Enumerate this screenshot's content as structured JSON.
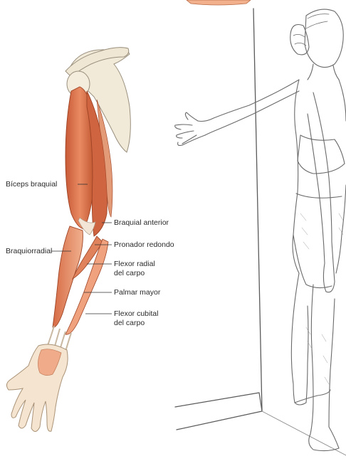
{
  "colors": {
    "muscle": "#d9734e",
    "muscle_dark": "#b9502f",
    "muscle_light": "#f0a27e",
    "tendon": "#f3e6d6",
    "bone": "#f2ead9",
    "bone_outline": "#9a8f7d",
    "line_art": "#6a6a6a",
    "skin_shadow": "#c9c9c9"
  },
  "labels": {
    "biceps": "Bíceps braquial",
    "braquiorradial": "Braquiorradial",
    "braquial_anterior": "Braquial anterior",
    "pronador": "Pronador redondo",
    "flexor_radial_1": "Flexor radial",
    "flexor_radial_2": "del carpo",
    "palmar": "Palmar mayor",
    "flexor_cubital_1": "Flexor cubital",
    "flexor_cubital_2": "del carpo"
  }
}
